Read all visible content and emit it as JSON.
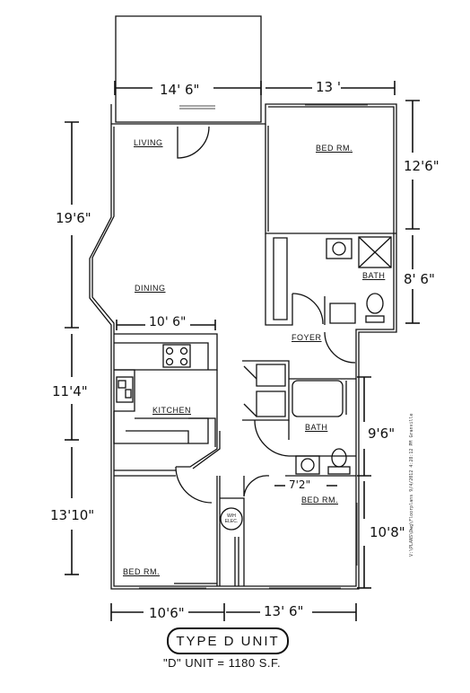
{
  "rooms": {
    "living": "LIVING",
    "dining": "DINING",
    "bed_top": "BED RM.",
    "bath_top": "BATH",
    "foyer": "FOYER",
    "kitchen": "KITCHEN",
    "bath_mid": "BATH",
    "bed_right": "BED RM.",
    "bed_left": "BED RM.",
    "wh_elec": "W/H\nELEC."
  },
  "dimensions": {
    "top_left": "14' 6\"",
    "top_right": "13 '",
    "left_upper": "19'6\"",
    "left_mid": "11'4\"",
    "left_lower": "13'10\"",
    "right_upper": "12'6\"",
    "right_bath": "8' 6\"",
    "right_mid": "9'6\"",
    "right_lower": "10'8\"",
    "kitchen_width": "10' 6\"",
    "bed_right_width": "7'2\"",
    "bottom_left": "10'6\"",
    "bottom_right": "13' 6\""
  },
  "title": "TYPE D UNIT",
  "subtitle": "\"D\" UNIT = 1180 S.F.",
  "side_note": "V:\\PLANS\\Dwg\\Floorplans 9/4/2012 4:28:12 PM Granville"
}
